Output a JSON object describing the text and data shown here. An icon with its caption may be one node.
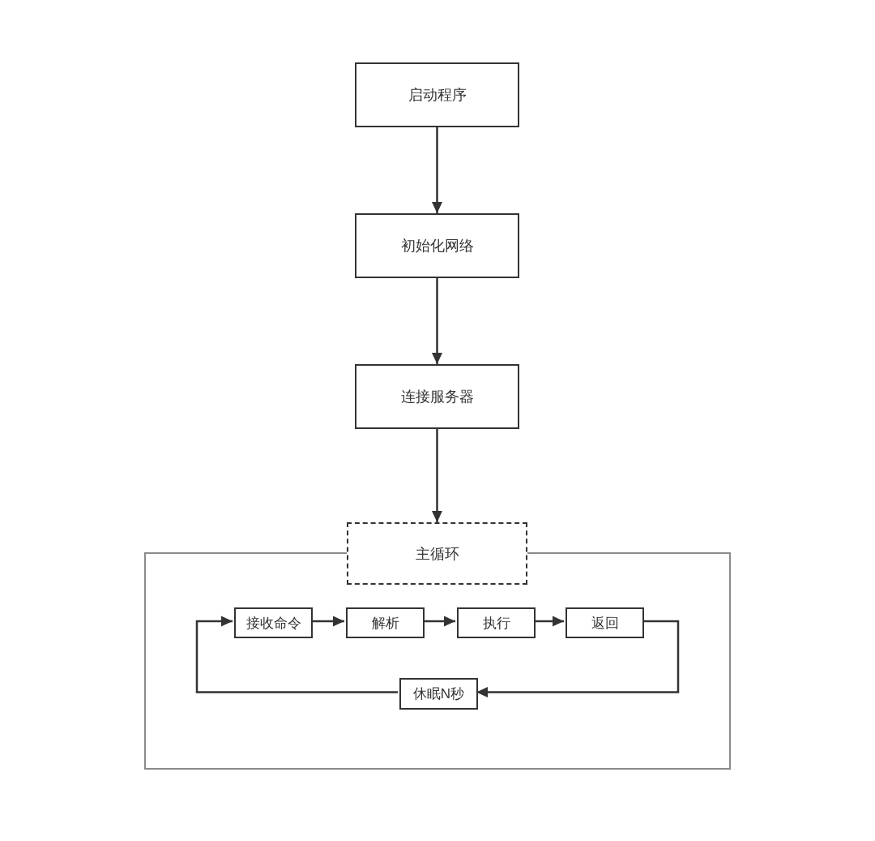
{
  "diagram": {
    "nodes": [
      {
        "text": [
          "启动程序"
        ]
      },
      {
        "text": [
          "初始化网络"
        ]
      },
      {
        "text": [
          "连接服务器"
        ]
      },
      {
        "text": [
          "主循环"
        ]
      },
      {
        "text": [],
        "shape": "box"
      },
      {
        "text": [
          "接收命令"
        ],
        "in": 4
      },
      {
        "text": [
          "解析"
        ],
        "in": 4
      },
      {
        "text": [
          "执行"
        ],
        "in": 4
      },
      {
        "text": [
          "返回"
        ],
        "in": 4
      },
      {
        "text": [
          "休眠N秒"
        ],
        "in": 4
      }
    ],
    "edges": [
      {
        "from": 0,
        "to": 1,
        "arrow": "to"
      },
      {
        "from": 1,
        "to": 2,
        "arrow": "to"
      },
      {
        "from": 2,
        "to": 3,
        "arrow": "to"
      },
      {
        "from": 5,
        "to": 6,
        "arrow": "to"
      },
      {
        "from": 6,
        "to": 7,
        "arrow": "to"
      },
      {
        "from": 7,
        "to": 8,
        "arrow": "to"
      },
      {
        "from": 8,
        "to": 9,
        "arrow": "to"
      },
      {
        "from": 9,
        "to": 5,
        "arrow": "to"
      }
    ]
  }
}
